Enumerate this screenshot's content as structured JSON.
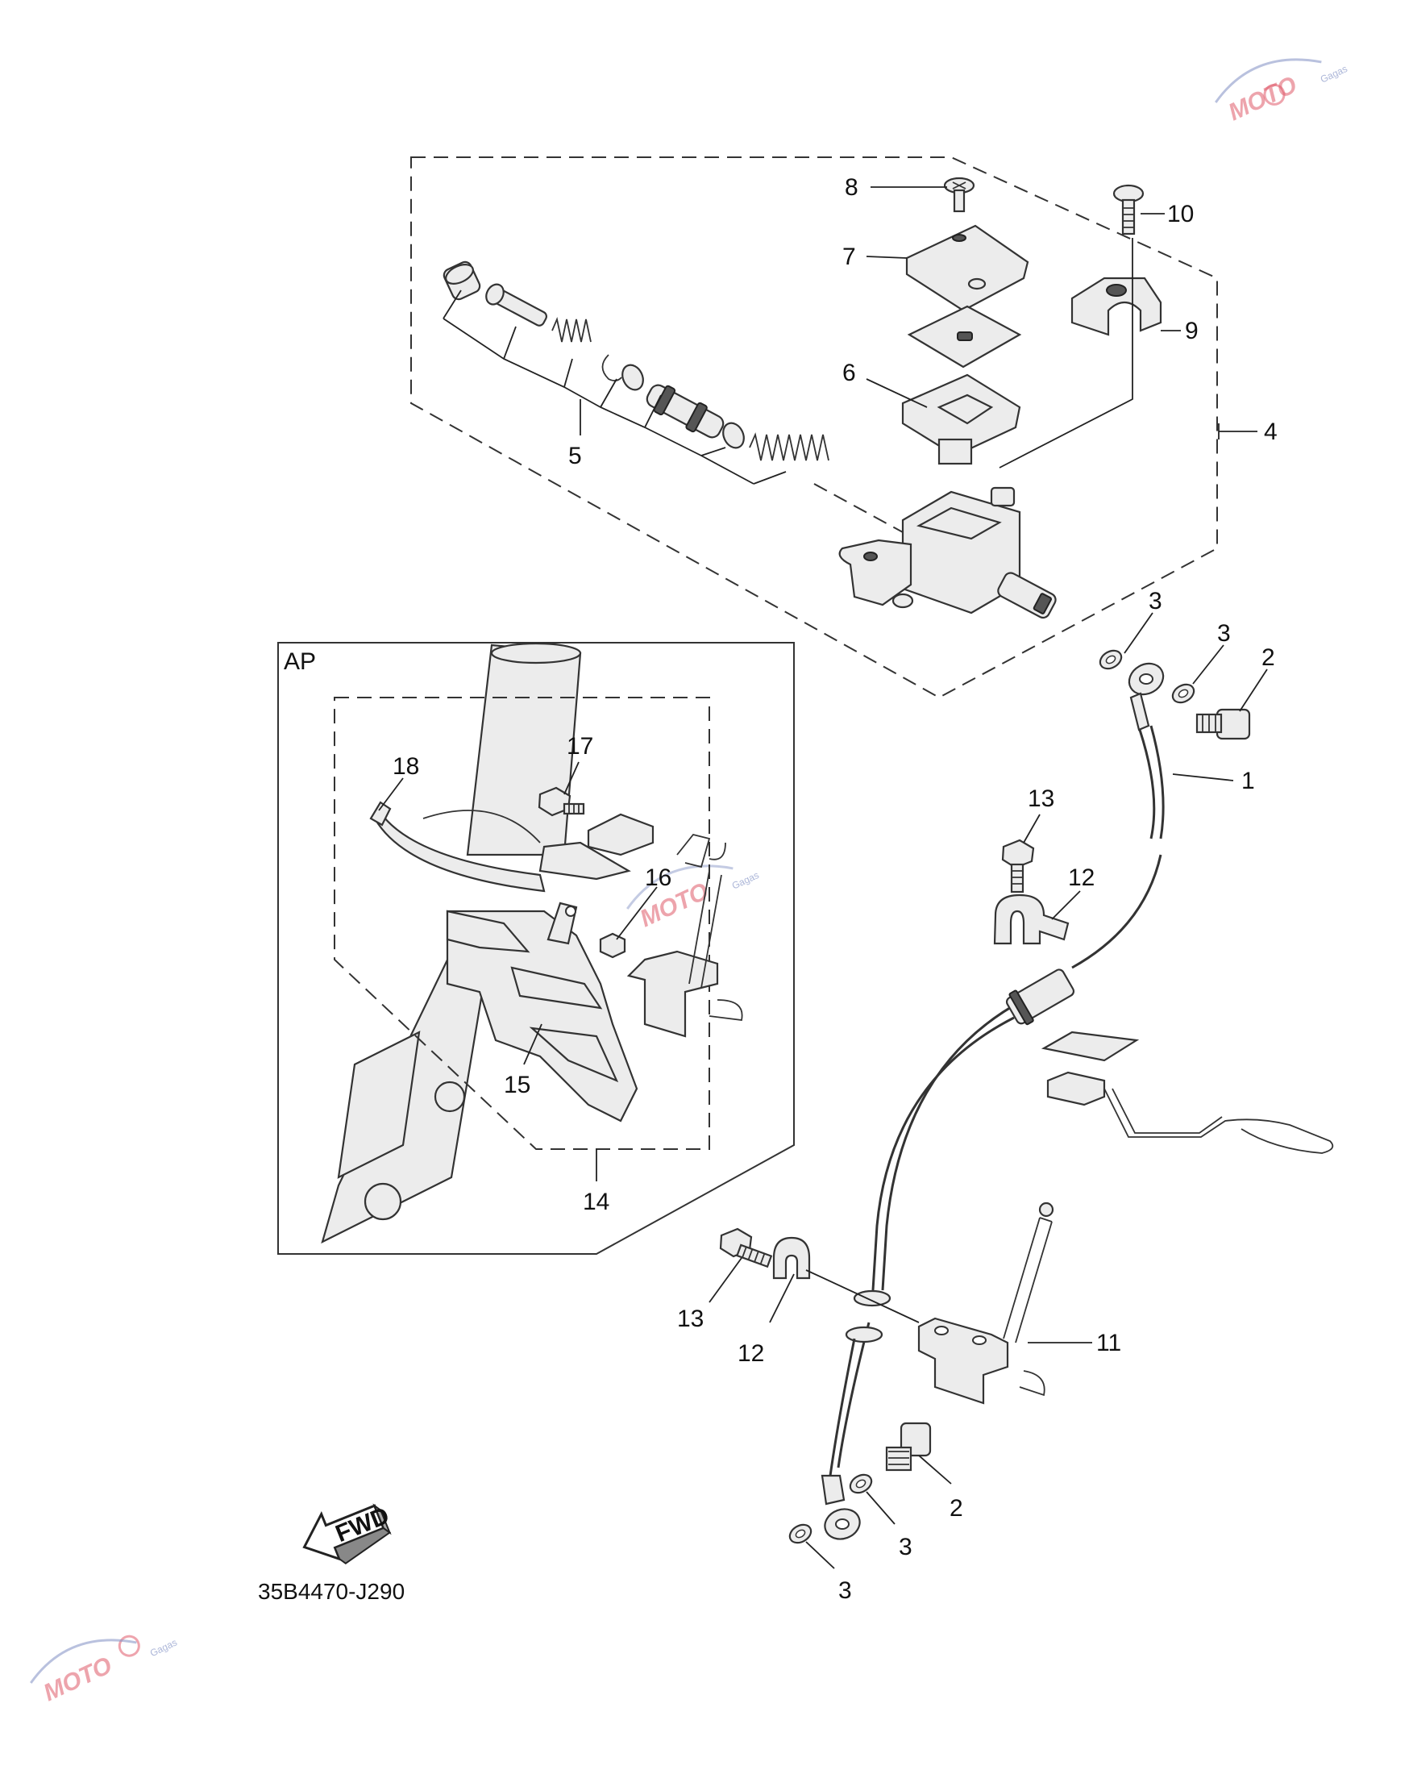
{
  "callouts": {
    "c1": "1",
    "c2a": "2",
    "c2b": "2",
    "c3a": "3",
    "c3b": "3",
    "c3c": "3",
    "c3d": "3",
    "c4": "4",
    "c5": "5",
    "c6": "6",
    "c7": "7",
    "c8": "8",
    "c9": "9",
    "c10": "10",
    "c11": "11",
    "c12a": "12",
    "c12b": "12",
    "c13a": "13",
    "c13b": "13",
    "c14": "14",
    "c15": "15",
    "c16": "16",
    "c17": "17",
    "c18": "18"
  },
  "inset_label": "AP",
  "fwd_label": "FWD",
  "diagram_code": "35B4470-J290",
  "watermark": {
    "text": "MOTO",
    "sub": "Gagas"
  },
  "colors": {
    "line": "#333333",
    "watermark": "#e05a6a"
  }
}
